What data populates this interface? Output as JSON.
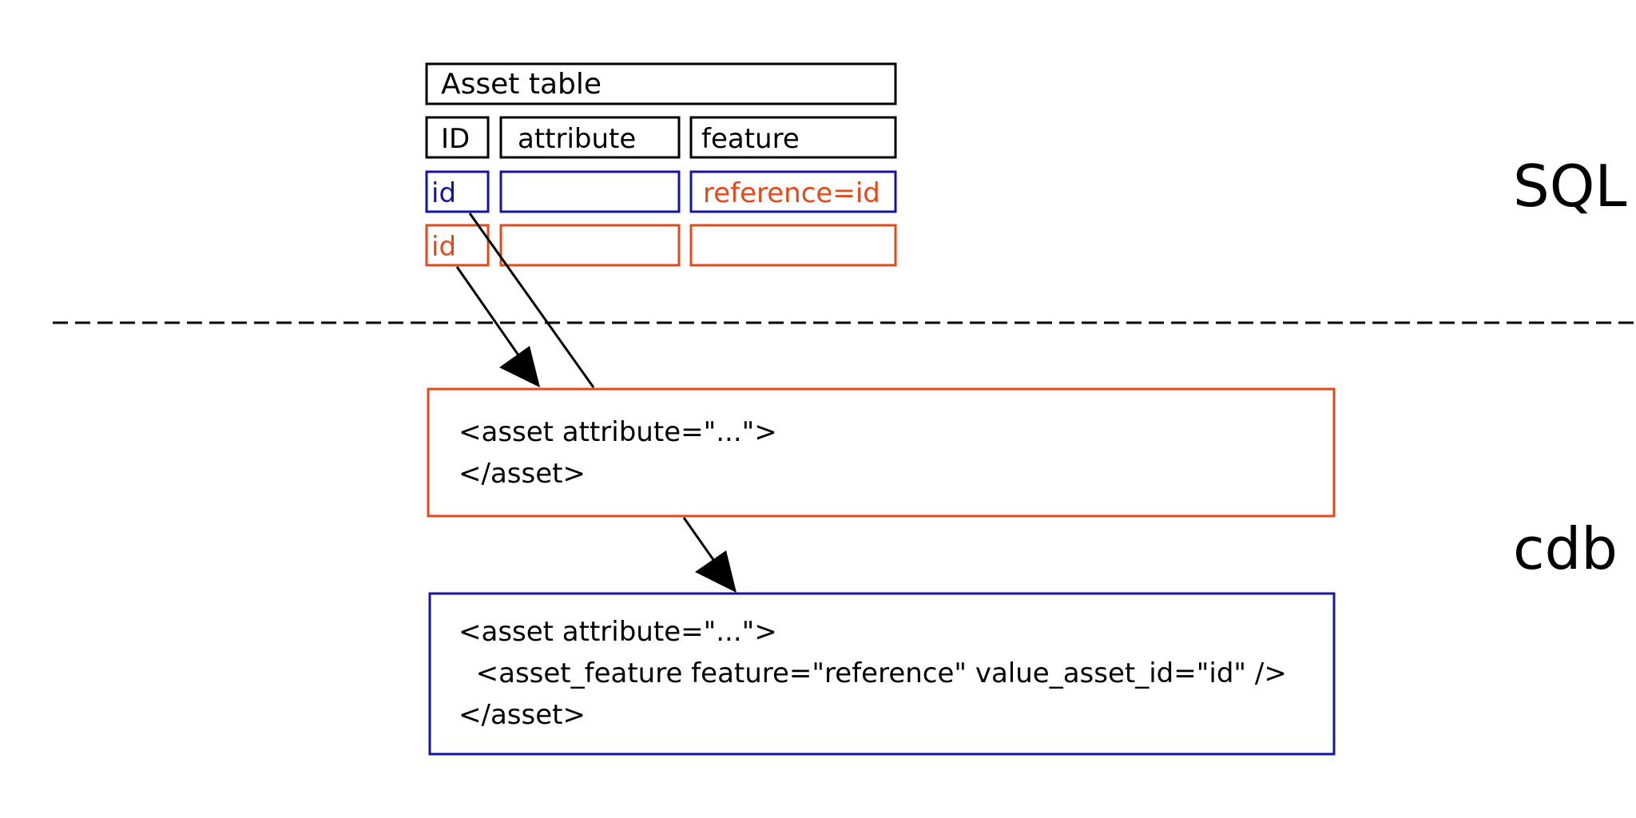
{
  "colors": {
    "black": "#000000",
    "blue": "#1414a0",
    "orange": "#e24a1c"
  },
  "table": {
    "title": "Asset table",
    "headers": [
      "ID",
      "attribute",
      "feature"
    ],
    "row_blue": [
      "id",
      "",
      "reference=id"
    ],
    "row_orange": [
      "id",
      "",
      ""
    ]
  },
  "labels": {
    "sql": "SQL",
    "cdb": "cdb"
  },
  "xml_box_orange": {
    "lines": [
      "<asset attribute=\"...\">",
      "</asset>"
    ]
  },
  "xml_box_blue": {
    "lines": [
      "<asset attribute=\"...\">",
      "  <asset_feature feature=\"reference\" value_asset_id=\"id\" />",
      "</asset>"
    ]
  }
}
